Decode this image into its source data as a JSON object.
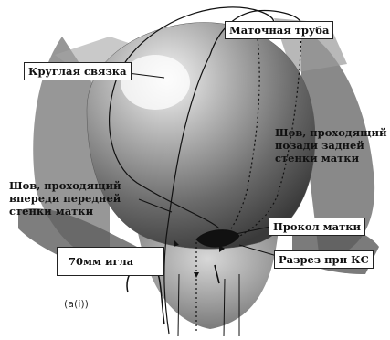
{
  "labels": {
    "fallopian_tube": "Маточная труба",
    "round_ligament": "Круглая связка",
    "suture_posterior": [
      "Шов, проходящий",
      "позади задней",
      "стенки матки"
    ],
    "suture_anterior": [
      "Шов, проходящий",
      "впереди передней",
      "стенки матки"
    ],
    "uterus_puncture": "Прокол матки",
    "cs_incision": "Разрез при КС",
    "needle": "70мм игла"
  },
  "figure_caption": "(a(i))",
  "colors": {
    "background": "#ffffff",
    "tissue_dark": "#3e3e3e",
    "tissue_mid": "#8a8a8a",
    "tissue_light": "#d8d8d8",
    "suture": "#111111"
  }
}
